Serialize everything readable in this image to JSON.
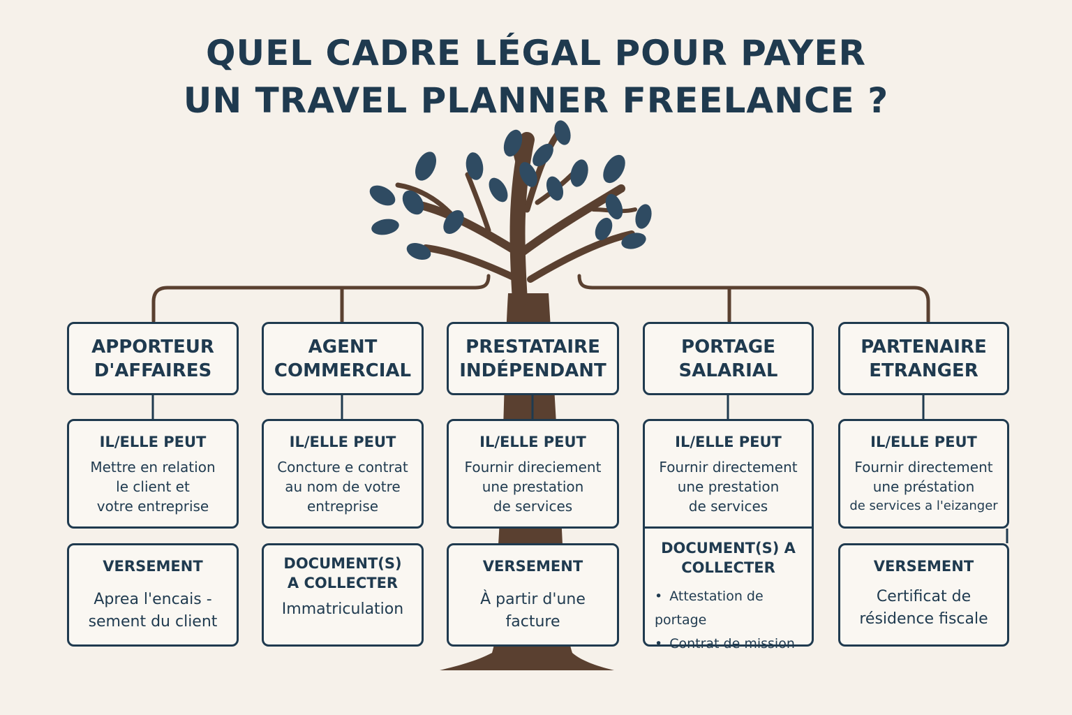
{
  "title": {
    "line1": "QUEL CADRE LÉGAL POUR PAYER",
    "line2": "UN TRAVEL PLANNER FREELANCE ?"
  },
  "colors": {
    "background": "#f6f1ea",
    "navy": "#1f3a4f",
    "trunk": "#5a4030",
    "leaf": "#2f4b62"
  },
  "columns": [
    {
      "heading": [
        "APPORTEUR",
        "D'AFFAIRES"
      ],
      "can_label": "IL/ELLE PEUT",
      "can_lines": [
        "Mettre en relation",
        "le client et",
        "votre entreprise"
      ],
      "bottom_label": [
        "VERSEMENT"
      ],
      "bottom_lines": [
        "Aprea l'encais -",
        "sement du client"
      ]
    },
    {
      "heading": [
        "AGENT",
        "COMMERCIAL"
      ],
      "can_label": "IL/ELLE PEUT",
      "can_lines": [
        "Concture e contrat",
        "au nom de votre",
        "entreprise"
      ],
      "bottom_label": [
        "DOCUMENT(S)",
        "A COLLECTER"
      ],
      "bottom_lines": [
        "Immatriculation"
      ]
    },
    {
      "heading": [
        "PRESTATAIRE",
        "INDÉPENDANT"
      ],
      "can_label": "IL/ELLE PEUT",
      "can_lines": [
        "Fournir direciement",
        "une prestation",
        "de services"
      ],
      "bottom_label": [
        "VERSEMENT"
      ],
      "bottom_lines": [
        "À partir d'une",
        "facture"
      ]
    },
    {
      "heading": [
        "PORTAGE",
        "SALARIAL"
      ],
      "can_label": "IL/ELLE PEUT",
      "can_lines": [
        "Fournir directement",
        "une prestation",
        "de services"
      ],
      "bottom_label": [
        "DOCUMENT(S) A",
        "COLLECTER"
      ],
      "bottom_bullets": [
        "Attestation de portage",
        "Contrat de mission"
      ]
    },
    {
      "heading": [
        "PARTENAIRE",
        "ETRANGER"
      ],
      "can_label": "IL/ELLE PEUT",
      "can_lines": [
        "Fournir directement",
        "une préstation",
        "de services a l'eizanger"
      ],
      "bottom_label": [
        "VERSEMENT"
      ],
      "bottom_lines": [
        "Certificat de",
        "résidence fiscale"
      ]
    }
  ]
}
